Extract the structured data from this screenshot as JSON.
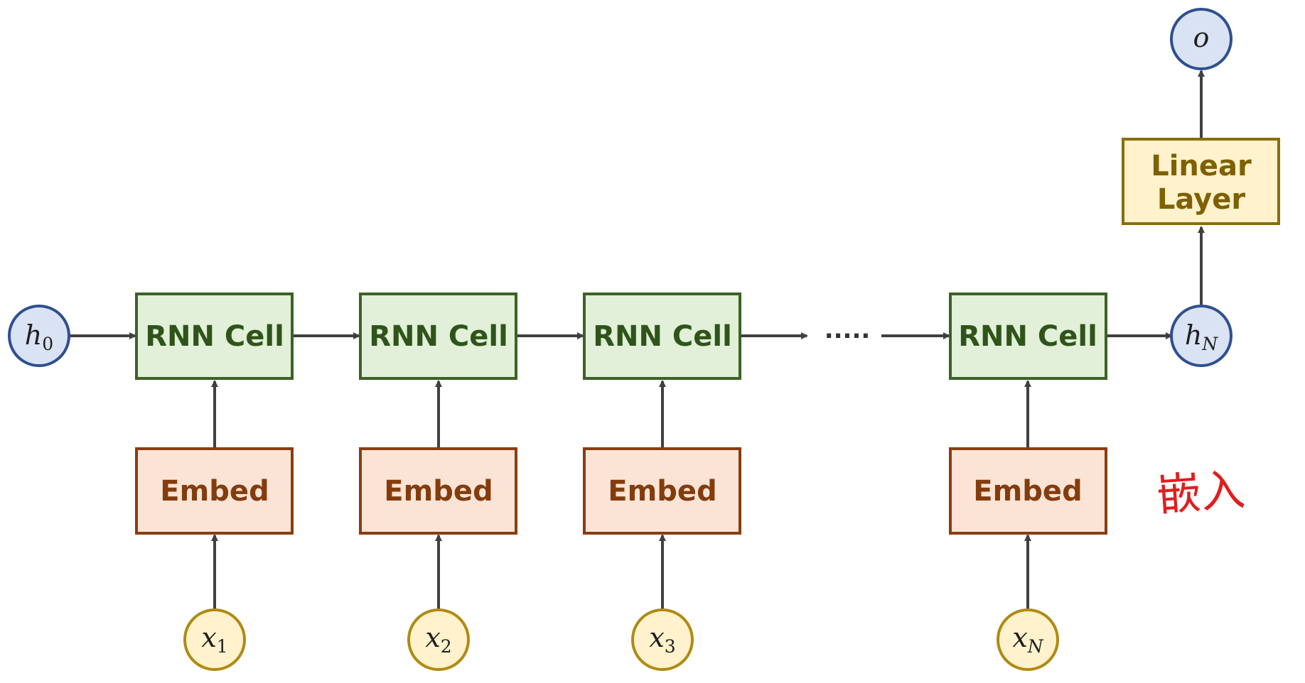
{
  "diagram": {
    "initial_hidden": {
      "symbol": "h",
      "subscript": "0"
    },
    "final_hidden": {
      "symbol": "h",
      "subscript": "N"
    },
    "output": {
      "symbol": "o"
    },
    "linear_layer": {
      "line1": "Linear",
      "line2": "Layer"
    },
    "continuation": ".....",
    "steps": [
      {
        "cell_label": "RNN Cell",
        "embed_label": "Embed",
        "input_symbol": "x",
        "input_subscript": "1"
      },
      {
        "cell_label": "RNN Cell",
        "embed_label": "Embed",
        "input_symbol": "x",
        "input_subscript": "2"
      },
      {
        "cell_label": "RNN Cell",
        "embed_label": "Embed",
        "input_symbol": "x",
        "input_subscript": "3"
      },
      {
        "cell_label": "RNN Cell",
        "embed_label": "Embed",
        "input_symbol": "x",
        "input_subscript": "N"
      }
    ],
    "handwritten_note": "嵌入"
  },
  "colors": {
    "cell_fill": "#e2efd9",
    "cell_stroke": "#3b6224",
    "cell_text": "#2f5419",
    "embed_fill": "#fbe4d6",
    "embed_stroke": "#8a3c12",
    "embed_text": "#843c0c",
    "linear_fill": "#fff2cc",
    "linear_stroke": "#8a6d0b",
    "linear_text": "#7f6000",
    "hidden_fill": "#dae3f3",
    "hidden_stroke": "#2f4f8f",
    "input_fill": "#fff2cc",
    "input_stroke": "#b08a12",
    "arrow": "#404040",
    "note": "#e01e1e"
  }
}
